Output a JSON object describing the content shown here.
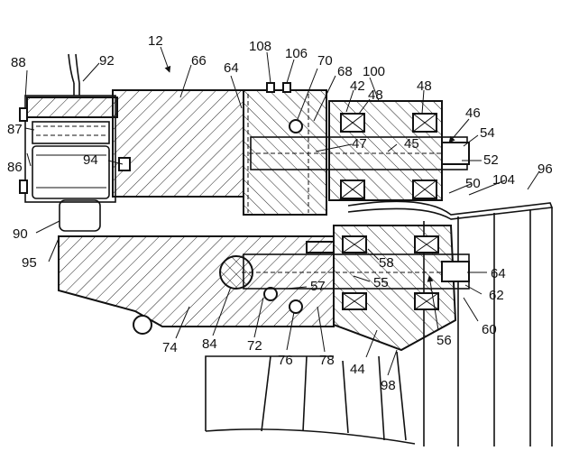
{
  "figure_number": "12",
  "labels": [
    {
      "id": "88",
      "text": "88"
    },
    {
      "id": "92",
      "text": "92"
    },
    {
      "id": "12",
      "text": "12"
    },
    {
      "id": "66",
      "text": "66"
    },
    {
      "id": "64a",
      "text": "64"
    },
    {
      "id": "108",
      "text": "108"
    },
    {
      "id": "106",
      "text": "106"
    },
    {
      "id": "70",
      "text": "70"
    },
    {
      "id": "68",
      "text": "68"
    },
    {
      "id": "100",
      "text": "100"
    },
    {
      "id": "42",
      "text": "42"
    },
    {
      "id": "48a",
      "text": "48"
    },
    {
      "id": "48b",
      "text": "48"
    },
    {
      "id": "87",
      "text": "87"
    },
    {
      "id": "46",
      "text": "46"
    },
    {
      "id": "47",
      "text": "47"
    },
    {
      "id": "45",
      "text": "45"
    },
    {
      "id": "54",
      "text": "54"
    },
    {
      "id": "86",
      "text": "86"
    },
    {
      "id": "94",
      "text": "94"
    },
    {
      "id": "52",
      "text": "52"
    },
    {
      "id": "96",
      "text": "96"
    },
    {
      "id": "104",
      "text": "104"
    },
    {
      "id": "50",
      "text": "50"
    },
    {
      "id": "90",
      "text": "90"
    },
    {
      "id": "95",
      "text": "95"
    },
    {
      "id": "58",
      "text": "58"
    },
    {
      "id": "57",
      "text": "57"
    },
    {
      "id": "55",
      "text": "55"
    },
    {
      "id": "64b",
      "text": "64"
    },
    {
      "id": "62",
      "text": "62"
    },
    {
      "id": "60",
      "text": "60"
    },
    {
      "id": "74",
      "text": "74"
    },
    {
      "id": "84",
      "text": "84"
    },
    {
      "id": "72",
      "text": "72"
    },
    {
      "id": "76",
      "text": "76"
    },
    {
      "id": "78",
      "text": "78"
    },
    {
      "id": "56",
      "text": "56"
    },
    {
      "id": "44",
      "text": "44"
    },
    {
      "id": "98",
      "text": "98"
    }
  ]
}
